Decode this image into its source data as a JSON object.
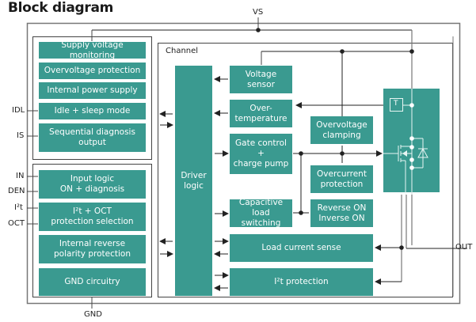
{
  "title": "Block diagram",
  "pins": {
    "vs": "VS",
    "gnd": "GND",
    "out": "OUT",
    "idl": "IDL",
    "is": "IS",
    "in": "IN",
    "den": "DEN",
    "i2t": "I²t",
    "oct": "OCT"
  },
  "channel_label": "Channel",
  "left_top_blocks": [
    "Supply voltage monitoring",
    "Overvoltage protection",
    "Internal power supply",
    "Idle + sleep mode",
    "Sequential diagnosis\noutput"
  ],
  "left_bottom_blocks": [
    "Input logic\nON + diagnosis",
    "I²t + OCT\nprotection selection",
    "Internal reverse\npolarity protection",
    "GND circuitry"
  ],
  "channel_blocks": {
    "driver_logic": "Driver\nlogic",
    "voltage_sensor": "Voltage\nsensor",
    "over_temperature": "Over-\ntemperature",
    "gate_control": "Gate control\n+\ncharge pump",
    "overvoltage_clamping": "Overvoltage\nclamping",
    "overcurrent_protection": "Overcurrent\nprotection",
    "capacitive_load": "Capacitive\nload switching",
    "reverse_inverse": "Reverse ON\nInverse ON",
    "load_current_sense": "Load current sense",
    "i2t_protection": "I²t protection"
  },
  "power_stage": {
    "temp_sensor_label": "T"
  },
  "colors": {
    "block": "#3a9a90",
    "line": "#222222",
    "frame": "#444444"
  }
}
